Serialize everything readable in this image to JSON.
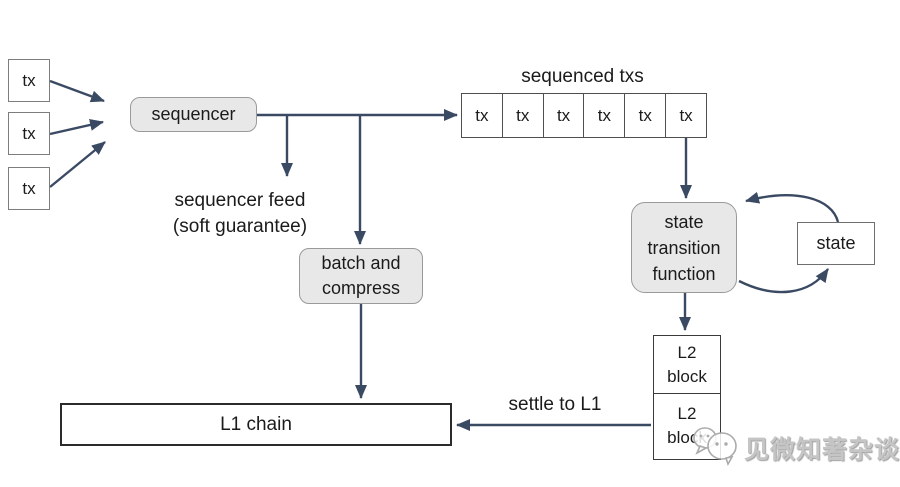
{
  "diagram": {
    "title_context": "rollup transaction flow",
    "left_txs": [
      "tx",
      "tx",
      "tx"
    ],
    "sequencer_label": "sequencer",
    "sequencer_feed_label": "sequencer feed\n(soft guarantee)",
    "sequenced_txs_title": "sequenced txs",
    "sequenced_row": [
      "tx",
      "tx",
      "tx",
      "tx",
      "tx",
      "tx"
    ],
    "batch_label": "batch and\ncompress",
    "state_transition_label": "state\ntransition\nfunction",
    "state_label": "state",
    "l2_blocks": [
      "L2\nblock",
      "L2\nblock"
    ],
    "settle_label": "settle to L1",
    "l1_chain_label": "L1 chain",
    "watermark_text": "见微知著杂谈"
  },
  "colors": {
    "arrow": "#3b4a63",
    "gray_box_fill": "#e8e8e8",
    "gray_box_border": "#9a9a9a",
    "white_box_border": "#7d7d7d",
    "dark_box_border": "#3a3a3a",
    "watermark": "#c2c2c2",
    "background": "#ffffff"
  }
}
